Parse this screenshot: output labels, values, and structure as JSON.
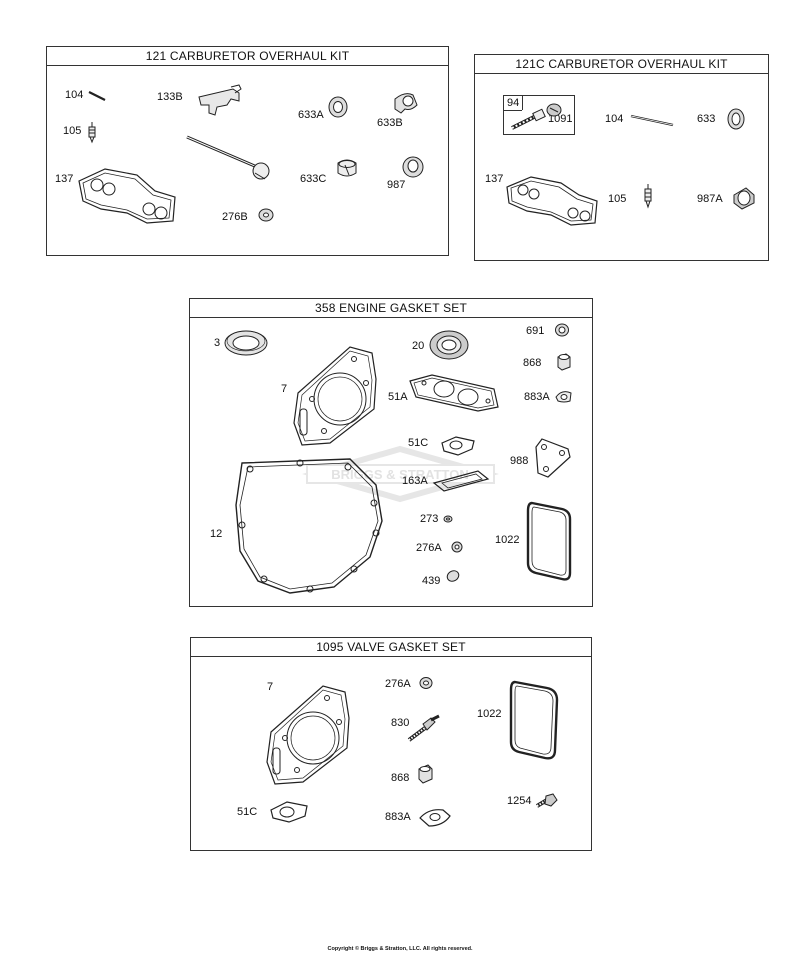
{
  "panels": {
    "p121": {
      "title": "121 CARBURETOR OVERHAUL KIT",
      "labels": [
        "104",
        "133B",
        "633A",
        "633B",
        "105",
        "137",
        "633C",
        "987",
        "276B"
      ]
    },
    "p121c": {
      "title": "121C CARBURETOR OVERHAUL KIT",
      "labels": [
        "94",
        "1091",
        "104",
        "633",
        "137",
        "105",
        "987A"
      ]
    },
    "p358": {
      "title": "358 ENGINE GASKET SET",
      "labels": [
        "3",
        "20",
        "691",
        "7",
        "868",
        "51A",
        "883A",
        "51C",
        "988",
        "163A",
        "12",
        "273",
        "1022",
        "276A",
        "439"
      ]
    },
    "p1095": {
      "title": "1095 VALVE GASKET SET",
      "labels": [
        "7",
        "276A",
        "1022",
        "830",
        "868",
        "1254",
        "51C",
        "883A"
      ]
    }
  },
  "watermark": "BRIGGS & STRATTON",
  "copyright": "Copyright © Briggs & Stratton, LLC. All rights reserved."
}
